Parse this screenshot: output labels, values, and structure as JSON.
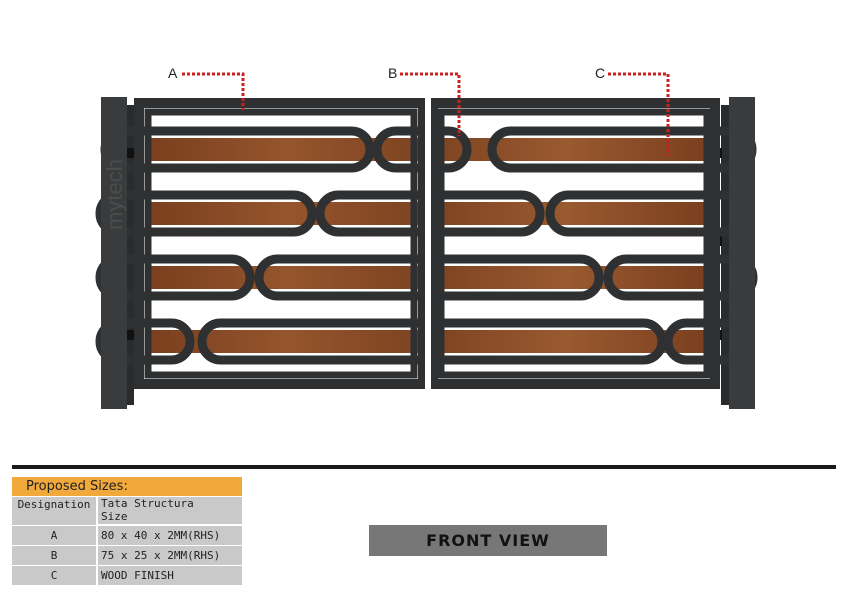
{
  "callouts": {
    "a": "A",
    "b": "B",
    "c": "C"
  },
  "watermark": "mytech",
  "sizes_table": {
    "title": "Proposed Sizes:",
    "header_designation": "Designation",
    "header_size_line1": "Tata Structura",
    "header_size_line2": "Size",
    "rows": [
      {
        "designation": "A",
        "size": "80 x 40 x 2MM(RHS)"
      },
      {
        "designation": "B",
        "size": "75 x 25 x 2MM(RHS)"
      },
      {
        "designation": "C",
        "size": "WOOD FINISH"
      }
    ]
  },
  "view_label": "FRONT VIEW",
  "colors": {
    "frame": "#2f3032",
    "post": "#3a3b3d",
    "wood": "#8a4a25",
    "callout_line": "#cc1f1f",
    "table_header": "#f2a93b",
    "table_cell": "#c9c9c9"
  }
}
